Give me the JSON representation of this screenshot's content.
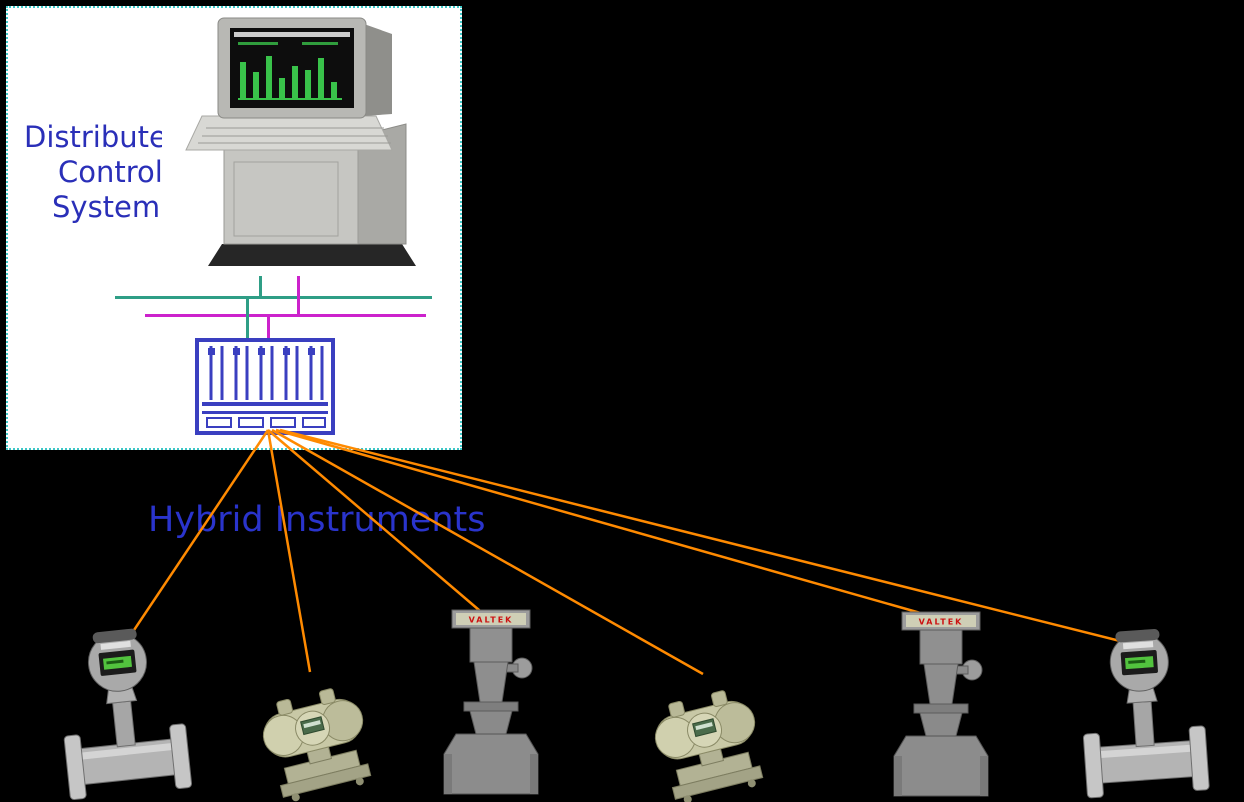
{
  "diagram": {
    "dcs_label": {
      "line1": "Distributed",
      "line2": "Control",
      "line3": "System"
    },
    "hybrid_label": "Hybrid Instruments",
    "colors": {
      "background": "#000000",
      "dcs_box_fill": "#ffffff",
      "dcs_box_border": "#3fc8c8",
      "label_blue": "#2a2fb8",
      "bus_teal": "#2f9e86",
      "bus_magenta": "#cc22cc",
      "rack_blue": "#3a3fc0",
      "wire_orange": "#ff8a00",
      "valve_gray": "#8c8c8c",
      "valve_label_red": "#cc1111",
      "lcd_green": "#52c33e"
    },
    "instruments": [
      {
        "id": "flowmeter-1",
        "type": "vortex-flowmeter"
      },
      {
        "id": "transmitter-1",
        "type": "pressure-transmitter"
      },
      {
        "id": "valve-1",
        "type": "control-valve",
        "label": "VALTEK"
      },
      {
        "id": "transmitter-2",
        "type": "pressure-transmitter"
      },
      {
        "id": "valve-2",
        "type": "control-valve",
        "label": "VALTEK"
      },
      {
        "id": "flowmeter-2",
        "type": "vortex-flowmeter"
      }
    ]
  }
}
